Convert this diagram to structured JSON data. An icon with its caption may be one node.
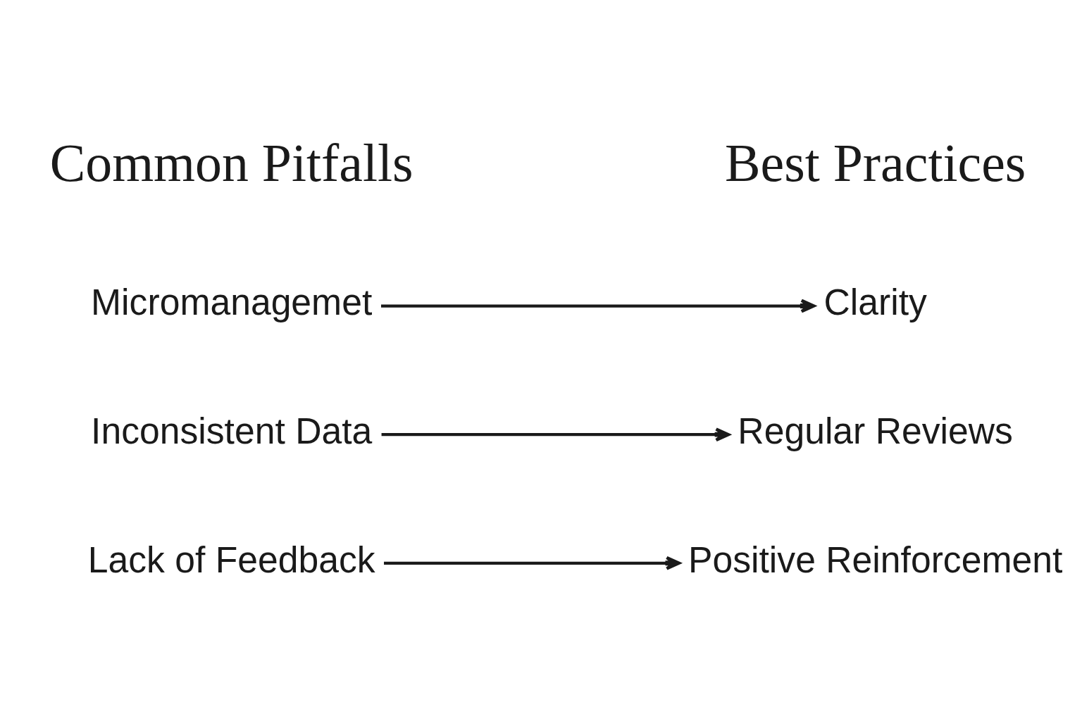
{
  "diagram": {
    "nodes": [
      {
        "text": [
          "Micromanagemet"
        ]
      },
      {
        "text": [
          "Clarity"
        ]
      },
      {
        "text": [
          "Inconsistent Data"
        ]
      },
      {
        "text": [
          "Regular Reviews"
        ]
      },
      {
        "text": [
          "Lack of Feedback"
        ]
      },
      {
        "text": [
          "Positive Reinforcement"
        ]
      }
    ],
    "edges": [
      {
        "from": 0,
        "to": 1,
        "arrow": "to"
      },
      {
        "from": 2,
        "to": 3,
        "arrow": "to"
      },
      {
        "from": 4,
        "to": 5,
        "arrow": "to"
      }
    ],
    "labels": [
      "Common Pitfalls",
      "Best Practices"
    ]
  }
}
